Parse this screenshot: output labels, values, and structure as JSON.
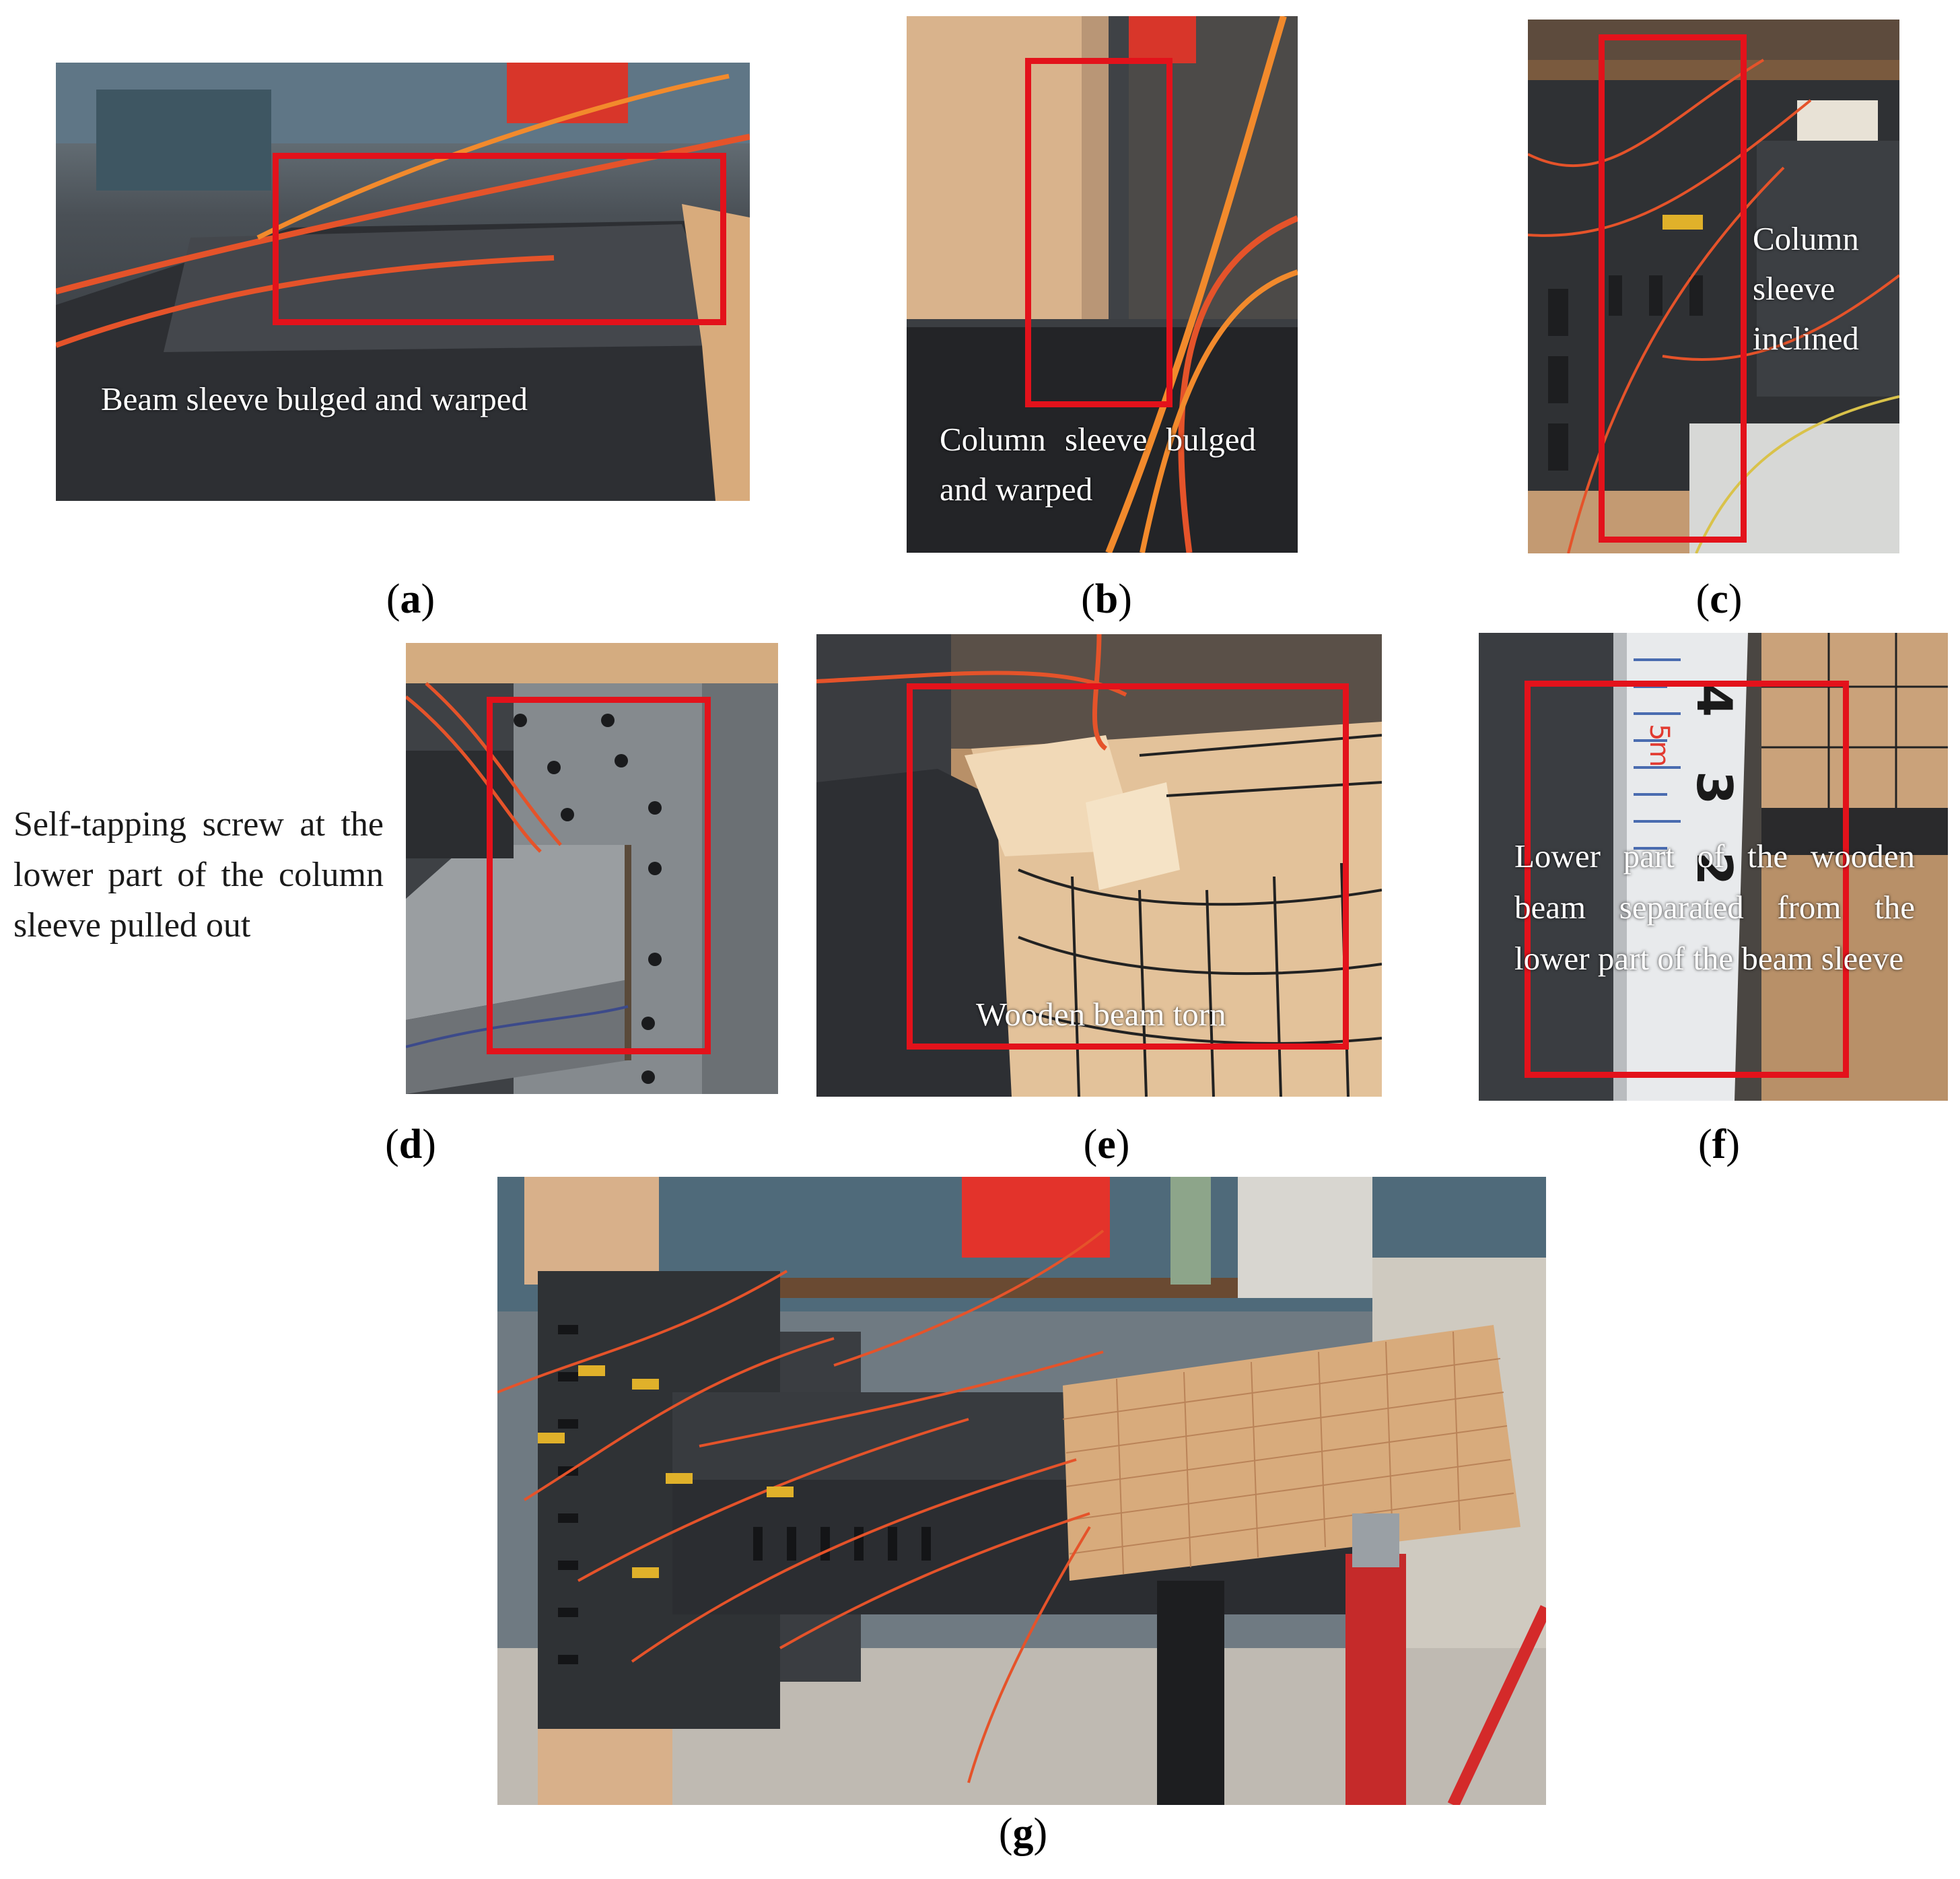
{
  "panels": {
    "a": {
      "label": "a",
      "caption": "Beam sleeve bulged and warped"
    },
    "b": {
      "label": "b",
      "caption": "Column sleeve bulged and warped"
    },
    "c": {
      "label": "c",
      "caption": "Column sleeve inclined"
    },
    "d": {
      "label": "d",
      "caption": "Self-tapping screw at the lower part of the column sleeve pulled out"
    },
    "e": {
      "label": "e",
      "caption": "Wooden beam torn"
    },
    "f": {
      "label": "f",
      "caption": "Lower part of the wooden beam separated from the lower part of the beam sleeve",
      "tape_mark": "5m"
    },
    "g": {
      "label": "g"
    }
  },
  "colors": {
    "highlight": "#e3121b",
    "steel": "#3b3e42",
    "wood": "#d8ab7c",
    "wire": "#e5532a"
  }
}
